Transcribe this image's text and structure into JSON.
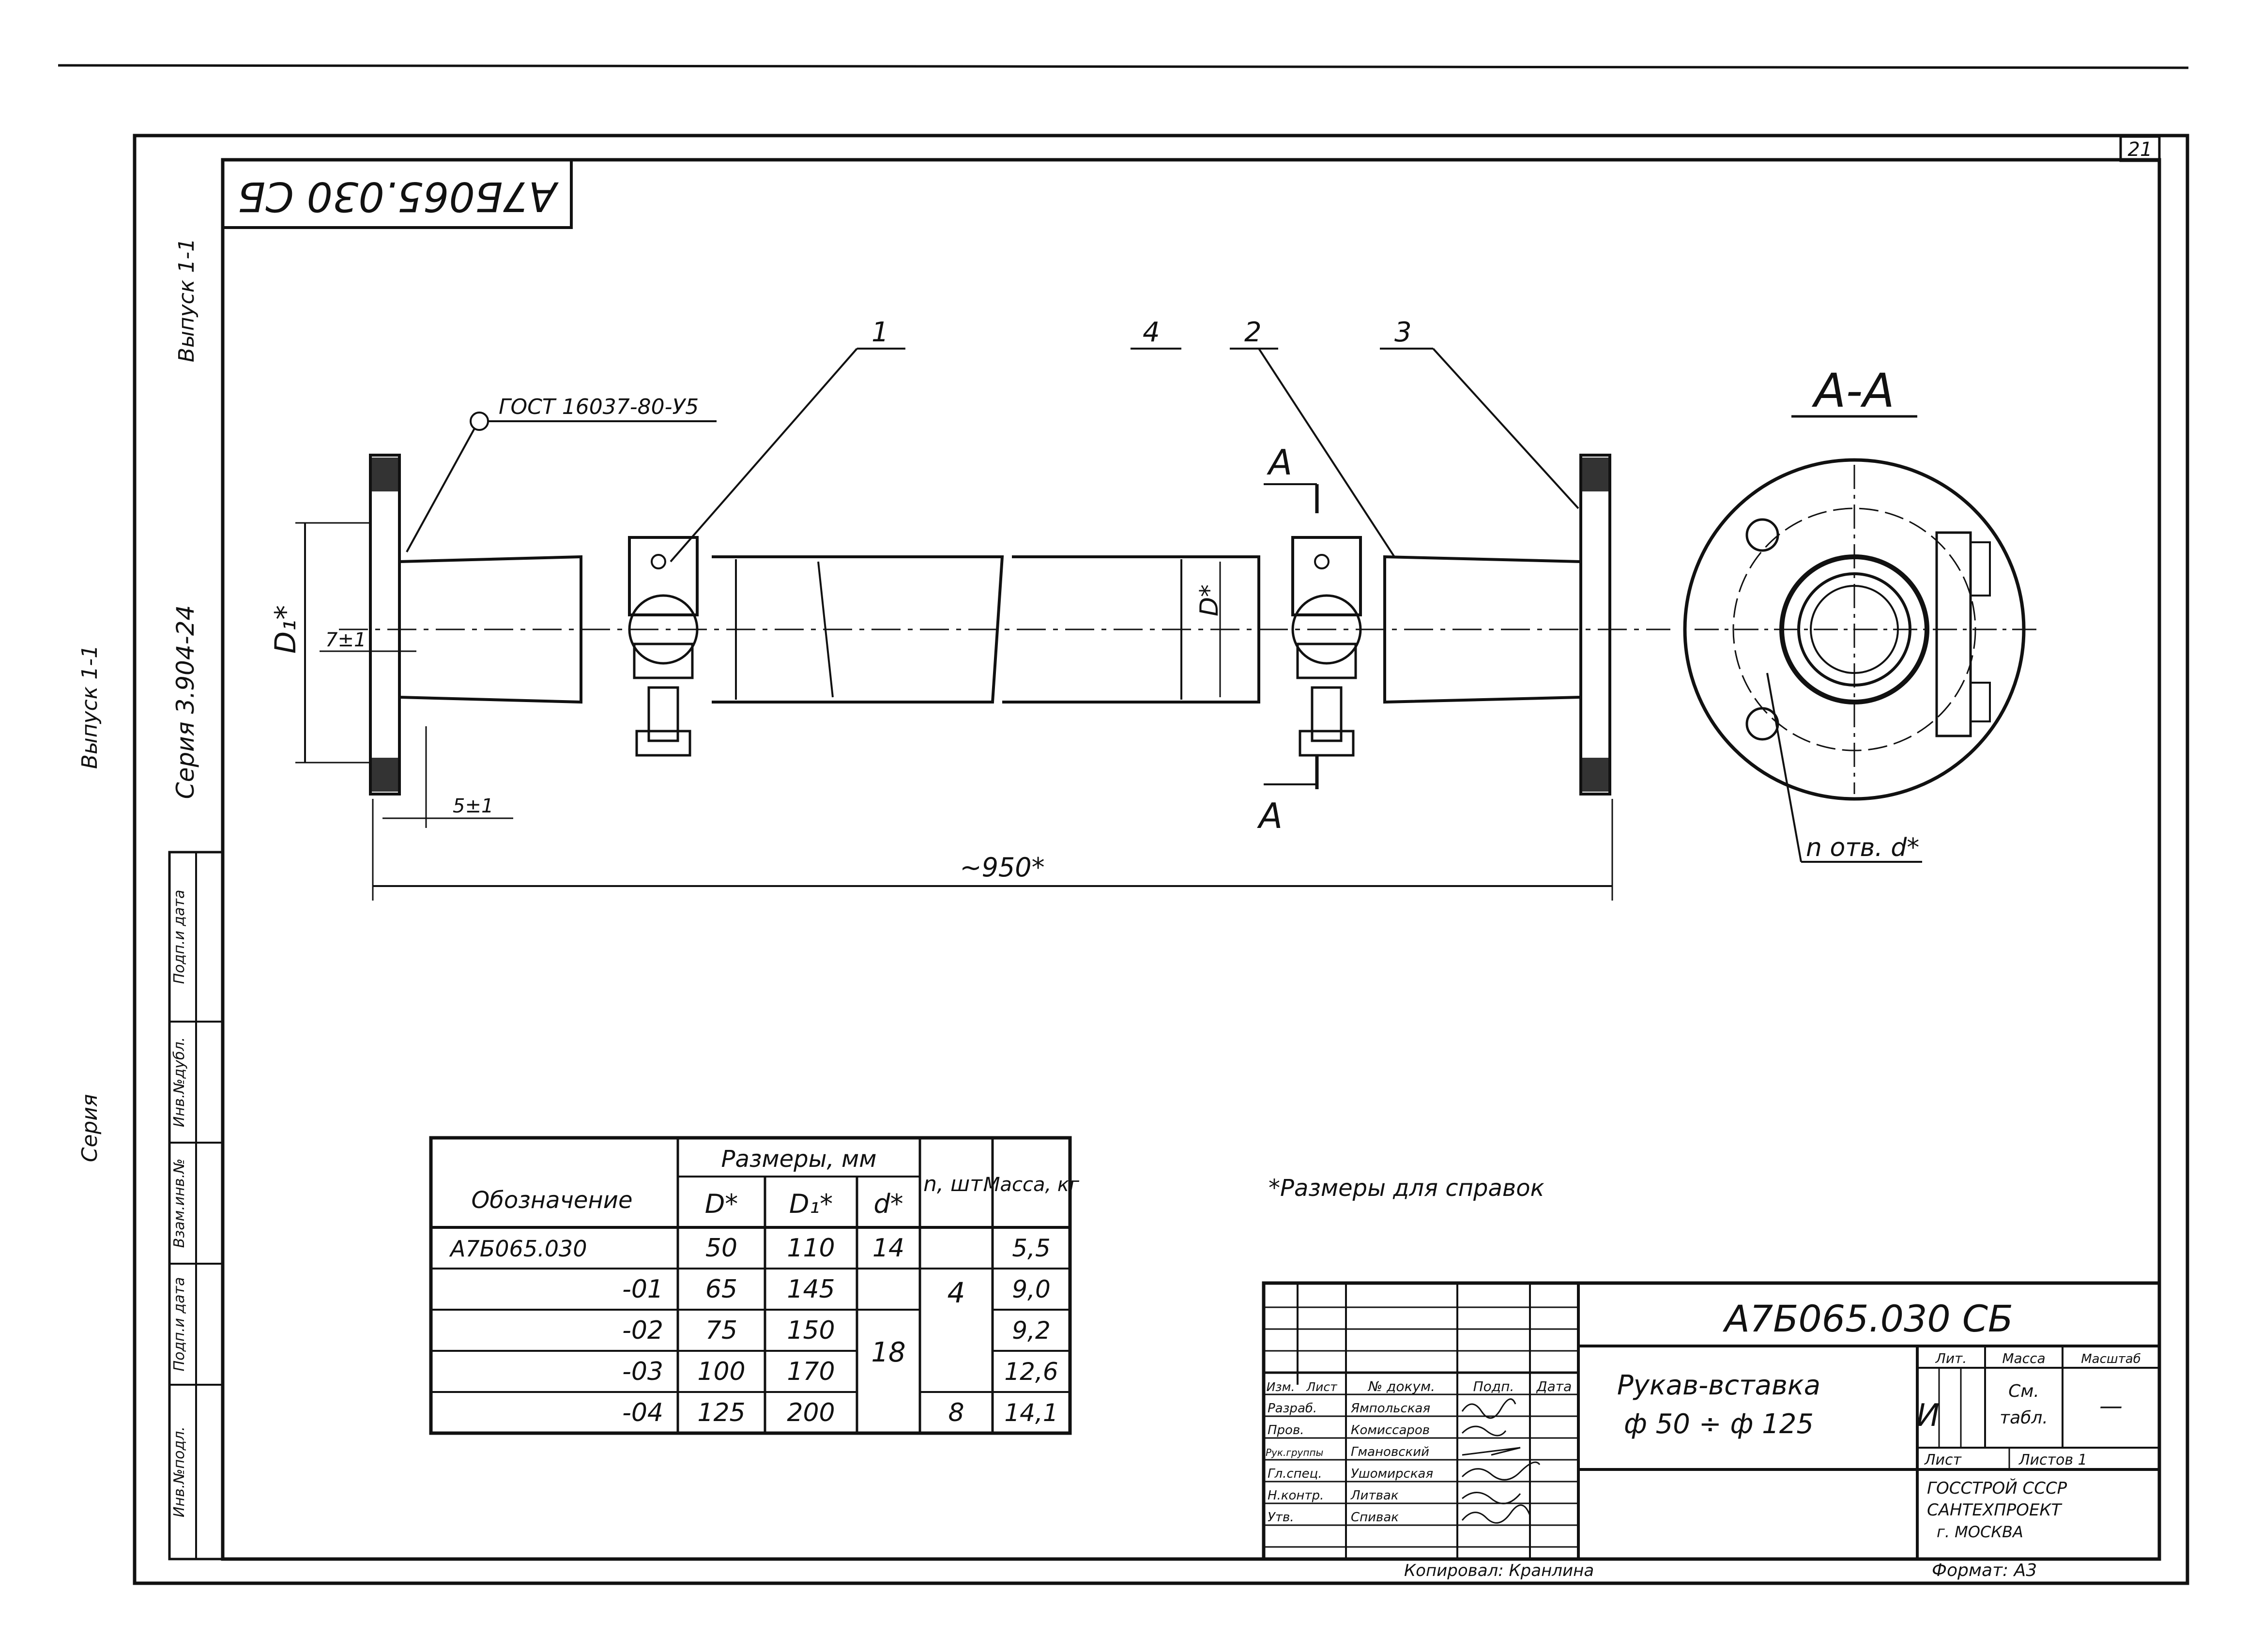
{
  "sheet_number": "21",
  "stamp_code": "А7Б065.030 СБ",
  "margin_labels": {
    "issue_top": "Выпуск 1-1",
    "series_top": "Серия 3.904-24",
    "issue_outer": "Выпуск 1-1",
    "series_outer": "Серия"
  },
  "left_stamp_cells": [
    "Инв.№подл.",
    "Подп.и дата",
    "Взам.инв.№",
    "Инв.№дубл.",
    "Подп.и дата"
  ],
  "drawing": {
    "gost_callout": "ГОСТ 16037-80-У5",
    "callouts": [
      "1",
      "2",
      "3",
      "4"
    ],
    "dim_D1": "D₁*",
    "dim_D": "D*",
    "dim_7": "7±1",
    "dim_5": "5±1",
    "dim_length": "~950*",
    "section_letter": "А",
    "section_title": "А-А",
    "holes_label": "n отв. d*"
  },
  "footnote": "*Размеры для справок",
  "spec_table": {
    "header": {
      "designation": "Обозначение",
      "sizes": "Размеры, мм",
      "D": "D*",
      "D1": "D₁*",
      "d": "d*",
      "n": "n, шт.",
      "mass": "Масса, кг"
    },
    "rows": [
      {
        "designation": "А7Б065.030",
        "D": "50",
        "D1": "110",
        "d": "14",
        "mass": "5,5"
      },
      {
        "designation": "-01",
        "D": "65",
        "D1": "145",
        "d": "",
        "mass": "9,0"
      },
      {
        "designation": "-02",
        "D": "75",
        "D1": "150",
        "d": "18",
        "mass": "9,2"
      },
      {
        "designation": "-03",
        "D": "100",
        "D1": "170",
        "d": "",
        "mass": "12,6"
      },
      {
        "designation": "-04",
        "D": "125",
        "D1": "200",
        "d": "",
        "mass": "14,1"
      }
    ],
    "n_merged_1": "4",
    "n_last": "8"
  },
  "title_block": {
    "code": "А7Б065.030 СБ",
    "name_line1": "Рукав-вставка",
    "name_line2": "ф 50 ÷ ф 125",
    "col_headers": [
      "Изм.",
      "Лист",
      "№ докум.",
      "Подп.",
      "Дата"
    ],
    "roles": [
      {
        "role": "Разраб.",
        "name": "Ямпольская"
      },
      {
        "role": "Пров.",
        "name": "Комиссаров"
      },
      {
        "role": "Рук.группы",
        "name": "Гмановский"
      },
      {
        "role": "Гл.спец.",
        "name": "Ушомирская"
      },
      {
        "role": "Н.контр.",
        "name": "Литвак"
      },
      {
        "role": "Утв.",
        "name": "Спивак"
      }
    ],
    "lit_label": "Лит.",
    "mass_label": "Масса",
    "scale_label": "Масштаб",
    "lit_value": "И",
    "mass_value_1": "См.",
    "mass_value_2": "табл.",
    "scale_value": "—",
    "sheet_label": "Лист",
    "sheets_label": "Листов 1",
    "org_1": "ГОССТРОЙ СССР",
    "org_2": "САНТЕХПРОЕКТ",
    "org_3": "г. МОСКВА",
    "copied": "Копировал: Кранлина",
    "format": "Формат: А3"
  }
}
